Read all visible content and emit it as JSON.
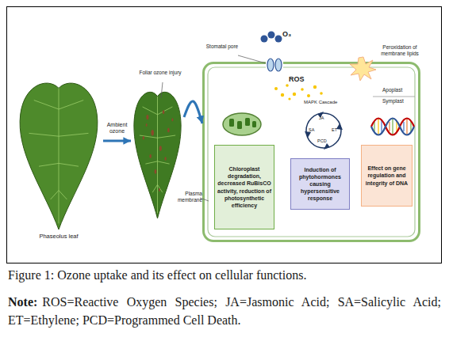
{
  "diagram": {
    "caption": "Figure 1: Ozone uptake and its effect on cellular functions.",
    "nodes": [
      {
        "text": [
          "Phaseolus leaf"
        ]
      },
      {
        "text": [
          "Foliar ozone injury"
        ]
      },
      {
        "text": [
          "Plasma membrane"
        ]
      },
      {
        "text": [
          "Chloroplast degradation, decreased RuBisCO activity, reduction of photosynthetic efficiency"
        ],
        "in": 2
      },
      {
        "text": [
          "Induction of phytohormones causing hypersensitive response"
        ],
        "in": 2
      },
      {
        "text": [
          "Effect on gene regulation and integrity of DNA"
        ],
        "in": 2
      }
    ],
    "edges": [
      {
        "from": 0,
        "to": 1,
        "arrow": "to",
        "label": "Ambient ozone"
      },
      {
        "from": 1,
        "to": 2,
        "arrow": "to"
      }
    ],
    "labels": [
      "Stomatal pore",
      "O₃",
      "Peroxidation of membrane lipids",
      "ROS",
      "MAPK Cascade",
      "Apoplast",
      "Symplast",
      "JA",
      "SA",
      "ET",
      "PCD",
      "Note:",
      "ROS=Reactive Oxygen Species; JA=Jasmonic Acid; SA=Salicylic Acid; ET=Ethylene; PCD=Programmed Cell Death."
    ]
  }
}
